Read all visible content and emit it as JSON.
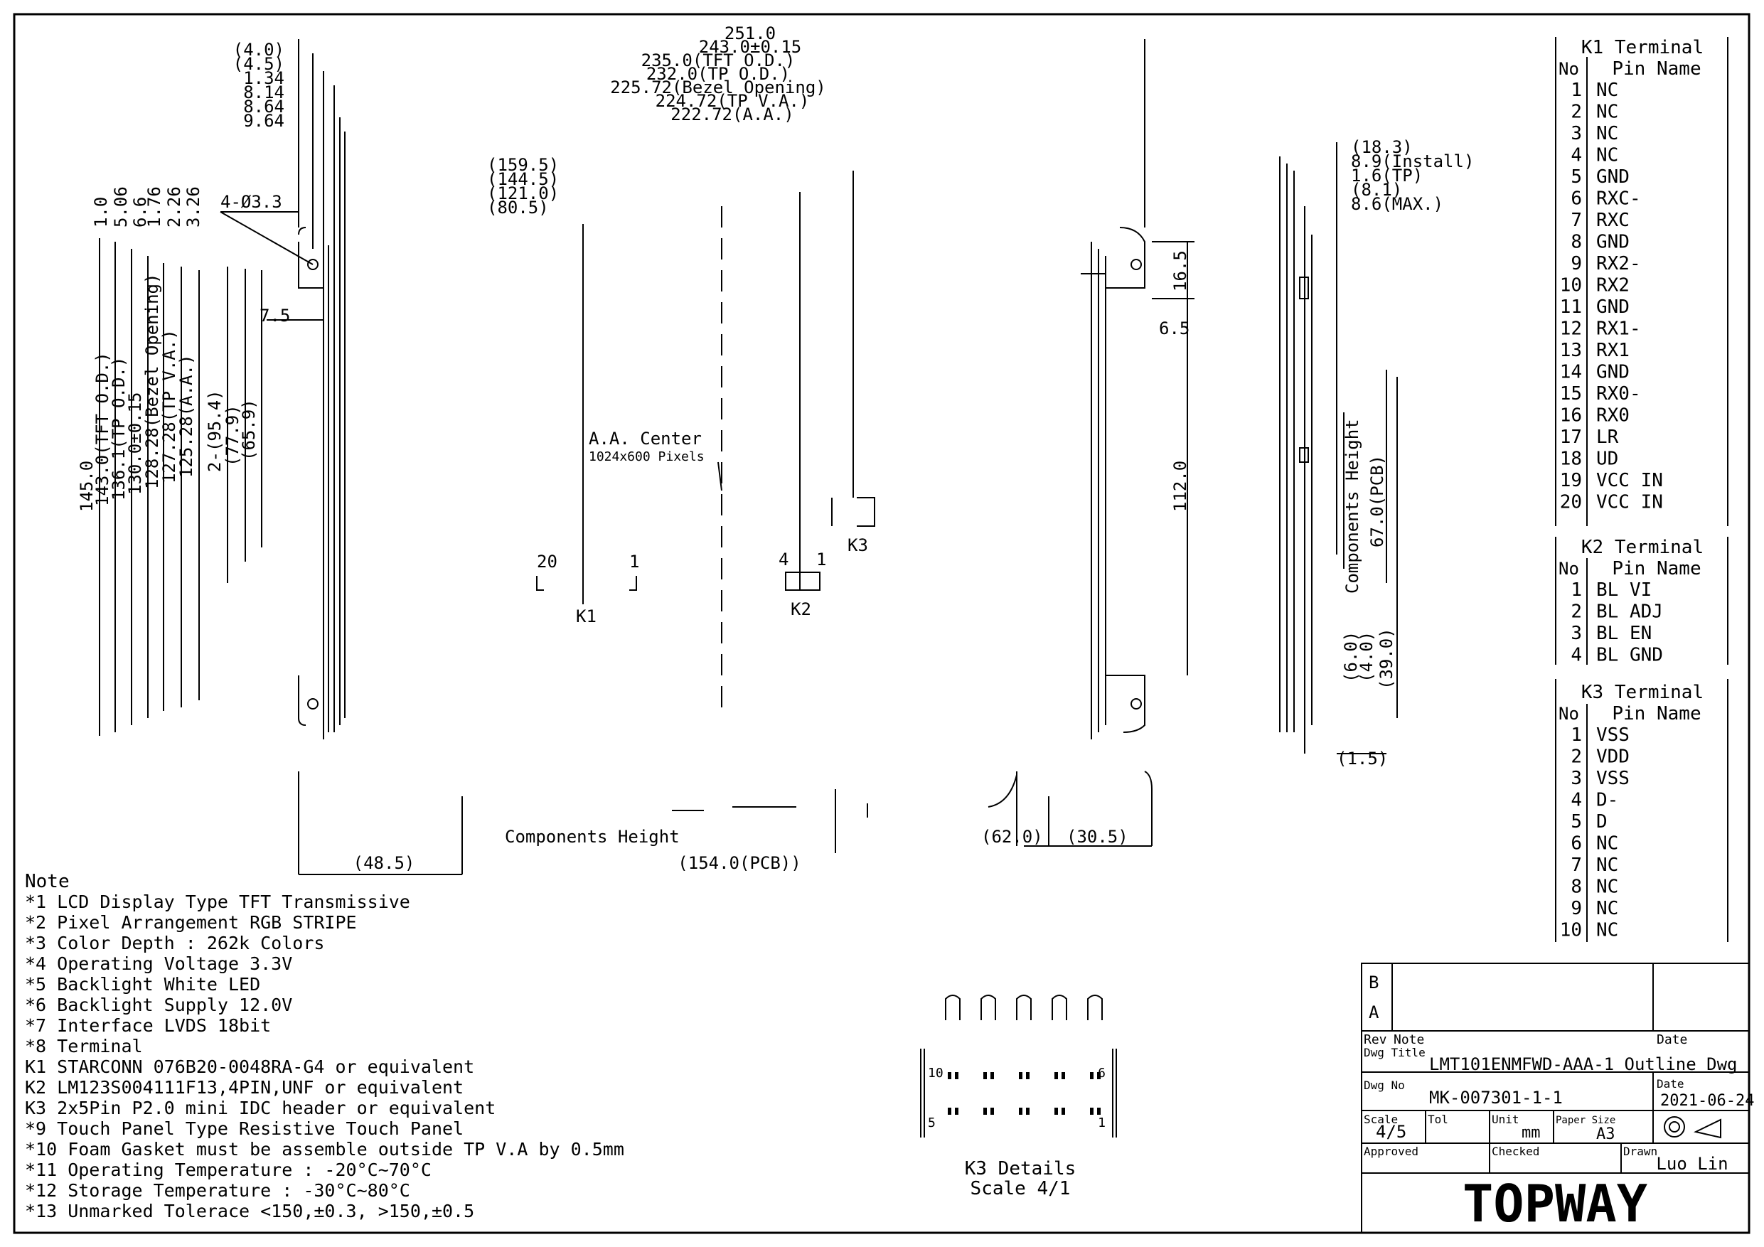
{
  "dims_top": [
    "251.0",
    "243.0±0.15",
    "235.0(TFT O.D.)",
    "232.0(TP O.D.)",
    "225.72(Bezel Opening)",
    "224.72(TP V.A.)",
    "222.72(A.A.)"
  ],
  "dims_top_left": [
    "(4.0)",
    "(4.5)",
    "1.34",
    "8.14",
    "8.64",
    "9.64"
  ],
  "dims_left_vertical": [
    "145.0",
    "143.0(TFT O.D.)",
    "136.1(TP O.D.)",
    "130.0±0.15",
    "128.28(Bezel Opening)",
    "127.28(TP V.A.)",
    "125.28(A.A.)",
    "2-(95.4)",
    "(77.9)",
    "(65.9)"
  ],
  "dims_left_small": [
    "1.0",
    "5.06",
    "6.6",
    "1.76",
    "2.26",
    "3.26"
  ],
  "hole_label": "4-Ø3.3",
  "left_offset": "7.5",
  "dims_connector_x": [
    "(159.5)",
    "(144.5)",
    "(121.0)",
    "(80.5)"
  ],
  "aa_center": "A.A. Center",
  "pixels": "1024x600 Pixels",
  "k1": {
    "label": "K1",
    "pin_left": "20",
    "pin_right": "1"
  },
  "k2": {
    "label": "K2",
    "pin_left": "4",
    "pin_right": "1"
  },
  "k3_label": "K3",
  "dims_right_vertical": [
    "16.5",
    "6.5",
    "112.0"
  ],
  "dims_side": [
    "(18.3)",
    "8.9(Install)",
    "1.6(TP)",
    "(8.1)",
    "8.6(MAX.)"
  ],
  "dims_side_vertical": [
    "Components Height",
    "67.0(PCB)",
    "(6.0)",
    "(4.0)",
    "(39.0)"
  ],
  "dim_side_bottom": "(1.5)",
  "components_height": "Components Height",
  "dims_bottom": [
    "(48.5)",
    "(154.0(PCB))",
    "(62.0)",
    "(30.5)"
  ],
  "notes_title": "Note",
  "notes": [
    "*1  LCD Display Type  TFT Transmissive",
    "*2  Pixel Arrangement  RGB STRIPE",
    "*3  Color Depth : 262k Colors",
    "*4  Operating Voltage   3.3V",
    "*5  Backlight   White LED",
    "*6  Backlight Supply  12.0V",
    "*7  Interface  LVDS 18bit",
    "*8  Terminal",
    "      K1  STARCONN 076B20-0048RA-G4 or equivalent",
    "      K2  LM123S004111F13,4PIN,UNF or equivalent",
    "      K3  2x5Pin P2.0 mini IDC header or equivalent",
    "*9  Touch Panel Type   Resistive Touch Panel",
    "*10  Foam Gasket must be assemble outside TP V.A by 0.5mm",
    "*11  Operating Temperature :  -20°C~70°C",
    "*12  Storage Temperature :  -30°C~80°C",
    "*13  Unmarked Tolerace   <150,±0.3, >150,±0.5"
  ],
  "k3_detail": {
    "title": "K3 Details",
    "scale": "Scale 4/1",
    "pins": [
      "10",
      "6",
      "5",
      "1"
    ]
  },
  "k1_table": {
    "title": "K1 Terminal",
    "col_no": "No",
    "col_name": "Pin Name",
    "rows": [
      [
        "1",
        "NC"
      ],
      [
        "2",
        "NC"
      ],
      [
        "3",
        "NC"
      ],
      [
        "4",
        "NC"
      ],
      [
        "5",
        "GND"
      ],
      [
        "6",
        "RXC-"
      ],
      [
        "7",
        "RXC"
      ],
      [
        "8",
        "GND"
      ],
      [
        "9",
        "RX2-"
      ],
      [
        "10",
        "RX2"
      ],
      [
        "11",
        "GND"
      ],
      [
        "12",
        "RX1-"
      ],
      [
        "13",
        "RX1"
      ],
      [
        "14",
        "GND"
      ],
      [
        "15",
        "RX0-"
      ],
      [
        "16",
        "RX0"
      ],
      [
        "17",
        "LR"
      ],
      [
        "18",
        "UD"
      ],
      [
        "19",
        "VCC IN"
      ],
      [
        "20",
        "VCC IN"
      ]
    ]
  },
  "k2_table": {
    "title": "K2 Terminal",
    "col_no": "No",
    "col_name": "Pin Name",
    "rows": [
      [
        "1",
        "BL VI"
      ],
      [
        "2",
        "BL ADJ"
      ],
      [
        "3",
        "BL EN"
      ],
      [
        "4",
        "BL GND"
      ]
    ]
  },
  "k3_table": {
    "title": "K3 Terminal",
    "col_no": "No",
    "col_name": "Pin Name",
    "rows": [
      [
        "1",
        "VSS"
      ],
      [
        "2",
        "VDD"
      ],
      [
        "3",
        "VSS"
      ],
      [
        "4",
        "D-"
      ],
      [
        "5",
        "D"
      ],
      [
        "6",
        "NC"
      ],
      [
        "7",
        "NC"
      ],
      [
        "8",
        "NC"
      ],
      [
        "9",
        "NC"
      ],
      [
        "10",
        "NC"
      ]
    ]
  },
  "title_block": {
    "rev_b": "B",
    "rev_a": "A",
    "rev": "Rev",
    "note": "Note",
    "date_h": "Date",
    "dwg_title_h": "Dwg Title",
    "dwg_title": "LMT101ENMFWD-AAA-1 Outline Dwg",
    "dwg_no_h": "Dwg No",
    "dwg_no": "MK-007301-1-1",
    "date_h2": "Date",
    "date": "2021-06-24",
    "scale_h": "Scale",
    "scale": "4/5",
    "tol_h": "Tol",
    "unit_h": "Unit",
    "unit": "mm",
    "paper_h": "Paper Size",
    "paper": "A3",
    "approved": "Approved",
    "checked": "Checked",
    "drawn_h": "Drawn",
    "drawn": "Luo Lin",
    "logo": "TOPWAY"
  }
}
